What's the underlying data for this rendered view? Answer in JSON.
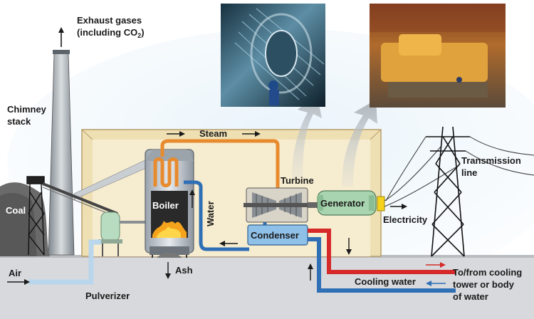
{
  "labels": {
    "exhaust_line1": "Exhaust gases",
    "exhaust_line2_pre": "(including CO",
    "exhaust_sub": "2",
    "exhaust_line2_post": ")",
    "chimney_line1": "Chimney",
    "chimney_line2": "stack",
    "steam": "Steam",
    "turbine": "Turbine",
    "boiler": "Boiler",
    "water": "Water",
    "generator": "Generator",
    "condenser": "Condenser",
    "electricity": "Electricity",
    "transmission_line1": "Transmission",
    "transmission_line2": "line",
    "coal": "Coal",
    "air": "Air",
    "ash": "Ash",
    "pulverizer": "Pulverizer",
    "cooling_water": "Cooling water",
    "tofrom_line1": "To/from cooling",
    "tofrom_line2": "tower or body",
    "tofrom_line3": "of water"
  },
  "colors": {
    "steam_pipe": "#e88b2e",
    "water_pipe": "#2f6fb5",
    "cooling_hot": "#d62a2a",
    "cooling_cold": "#2f6fb5",
    "building": "#f3e7c4",
    "boiler_shell": "#c4cbd3",
    "generator": "#a8d4b0",
    "condenser": "#8fc0e8",
    "ground": "#d7d9dc"
  },
  "icons": [
    "turbine-photo",
    "generator-photo",
    "transmission-tower-icon",
    "chimney-icon",
    "coal-pile-icon",
    "flame-icon",
    "pulverizer-icon"
  ]
}
